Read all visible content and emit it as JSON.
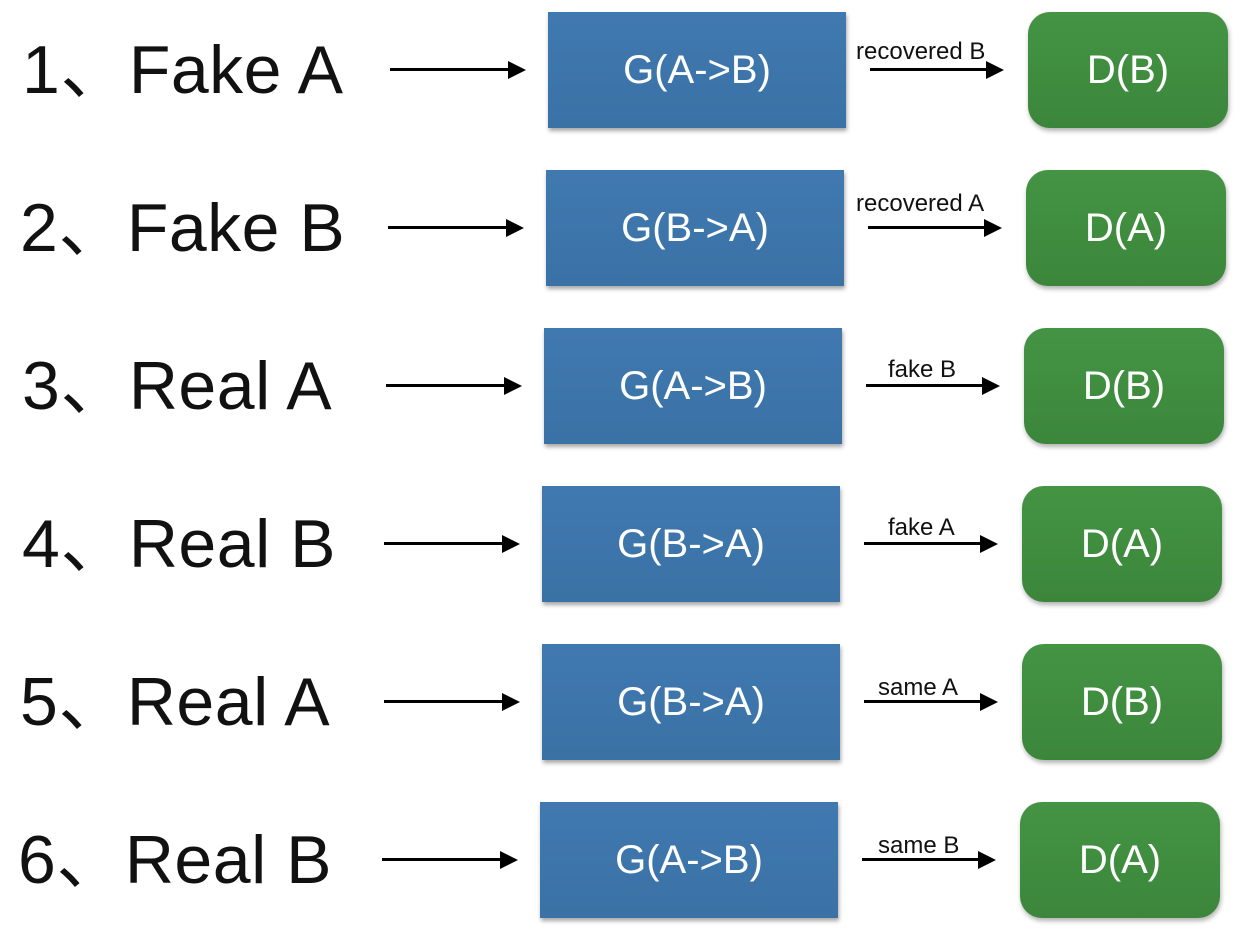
{
  "rows": [
    {
      "label": "1、Fake A",
      "generator": "G(A->B)",
      "edge": "recovered B",
      "discriminator": "D(B)"
    },
    {
      "label": "2、Fake B",
      "generator": "G(B->A)",
      "edge": "recovered A",
      "discriminator": "D(A)"
    },
    {
      "label": "3、Real A",
      "generator": "G(A->B)",
      "edge": "fake B",
      "discriminator": "D(B)"
    },
    {
      "label": "4、Real B",
      "generator": "G(B->A)",
      "edge": "fake A",
      "discriminator": "D(A)"
    },
    {
      "label": "5、Real A",
      "generator": "G(B->A)",
      "edge": "same A",
      "discriminator": "D(B)"
    },
    {
      "label": "6、Real B",
      "generator": "G(A->B)",
      "edge": "same B",
      "discriminator": "D(A)"
    }
  ],
  "colors": {
    "generator_fill": "#3b75aa",
    "discriminator_fill": "#3f8c3f",
    "text_on_box": "#ffffff",
    "arrow": "#000000"
  }
}
